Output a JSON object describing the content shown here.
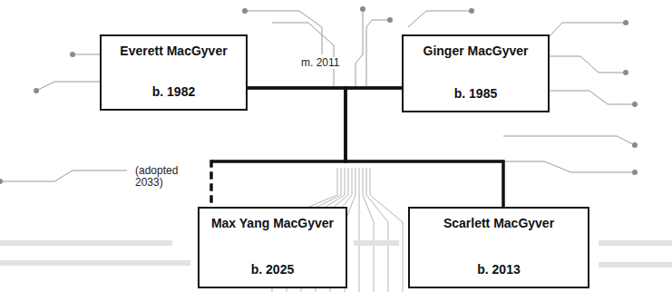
{
  "diagram": {
    "nodes": [
      {
        "text": [
          "Everett MacGyver",
          "b. 1982"
        ]
      },
      {
        "text": [
          "Ginger MacGyver",
          "b. 1985"
        ]
      },
      {
        "text": [
          "Max Yang MacGyver",
          "b. 2025"
        ]
      },
      {
        "text": [
          "Scarlett MacGyver",
          "b. 2013"
        ]
      }
    ],
    "edges": [
      {
        "from": 0,
        "to": 1,
        "label": "m. 2011",
        "arrow": "none"
      },
      {
        "from": 0,
        "to": 2,
        "label": "(adopted 2033)",
        "arrow": "none"
      },
      {
        "from": 1,
        "to": 2,
        "arrow": "none"
      },
      {
        "from": 0,
        "to": 3,
        "arrow": "none"
      },
      {
        "from": 1,
        "to": 3,
        "arrow": "none"
      }
    ]
  }
}
